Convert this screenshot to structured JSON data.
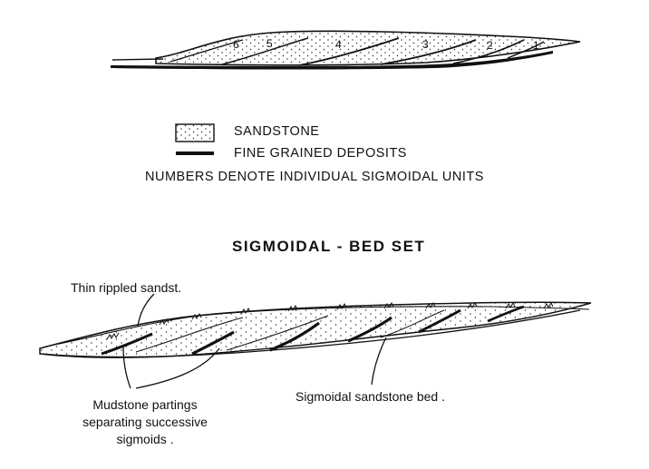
{
  "top_diagram": {
    "unit_numbers": [
      "6",
      "5",
      "4",
      "3",
      "2",
      "1"
    ]
  },
  "legend": {
    "sandstone": "SANDSTONE",
    "fine_grained": "FINE GRAINED DEPOSITS",
    "numbers_note": "NUMBERS DENOTE INDIVIDUAL SIGMOIDAL UNITS"
  },
  "bottom_diagram": {
    "title": "SIGMOIDAL - BED  SET",
    "label_rippled": "Thin rippled sandst.",
    "label_mudstone_line1": "Mudstone partings",
    "label_mudstone_line2": "separating successive",
    "label_mudstone_line3": "sigmoids .",
    "label_sigmoidal_bed": "Sigmoidal sandstone bed ."
  }
}
